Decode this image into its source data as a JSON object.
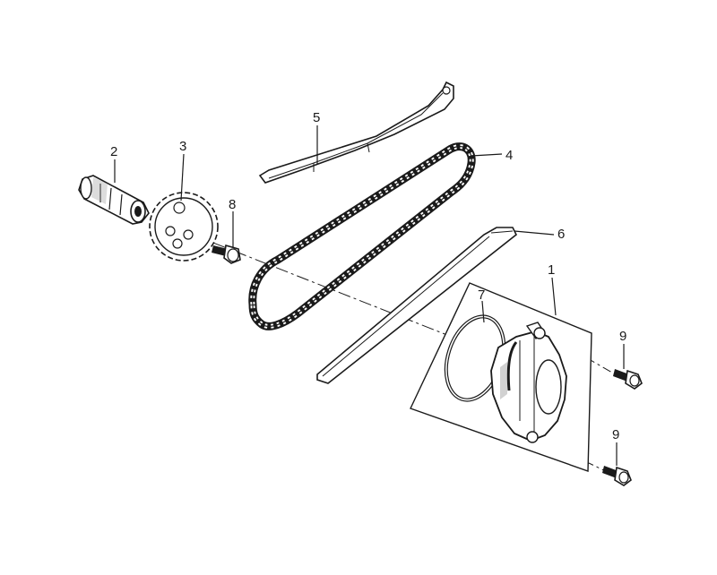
{
  "callouts": {
    "c1": "1",
    "c2": "2",
    "c3": "3",
    "c4": "4",
    "c5": "5",
    "c6": "6",
    "c7": "7",
    "c8": "8",
    "c9a": "9",
    "c9b": "9"
  },
  "colors": {
    "ink": "#1a1a1a",
    "background": "#ffffff",
    "part_fill": "#ffffff",
    "shade": "#9a9a9a"
  }
}
